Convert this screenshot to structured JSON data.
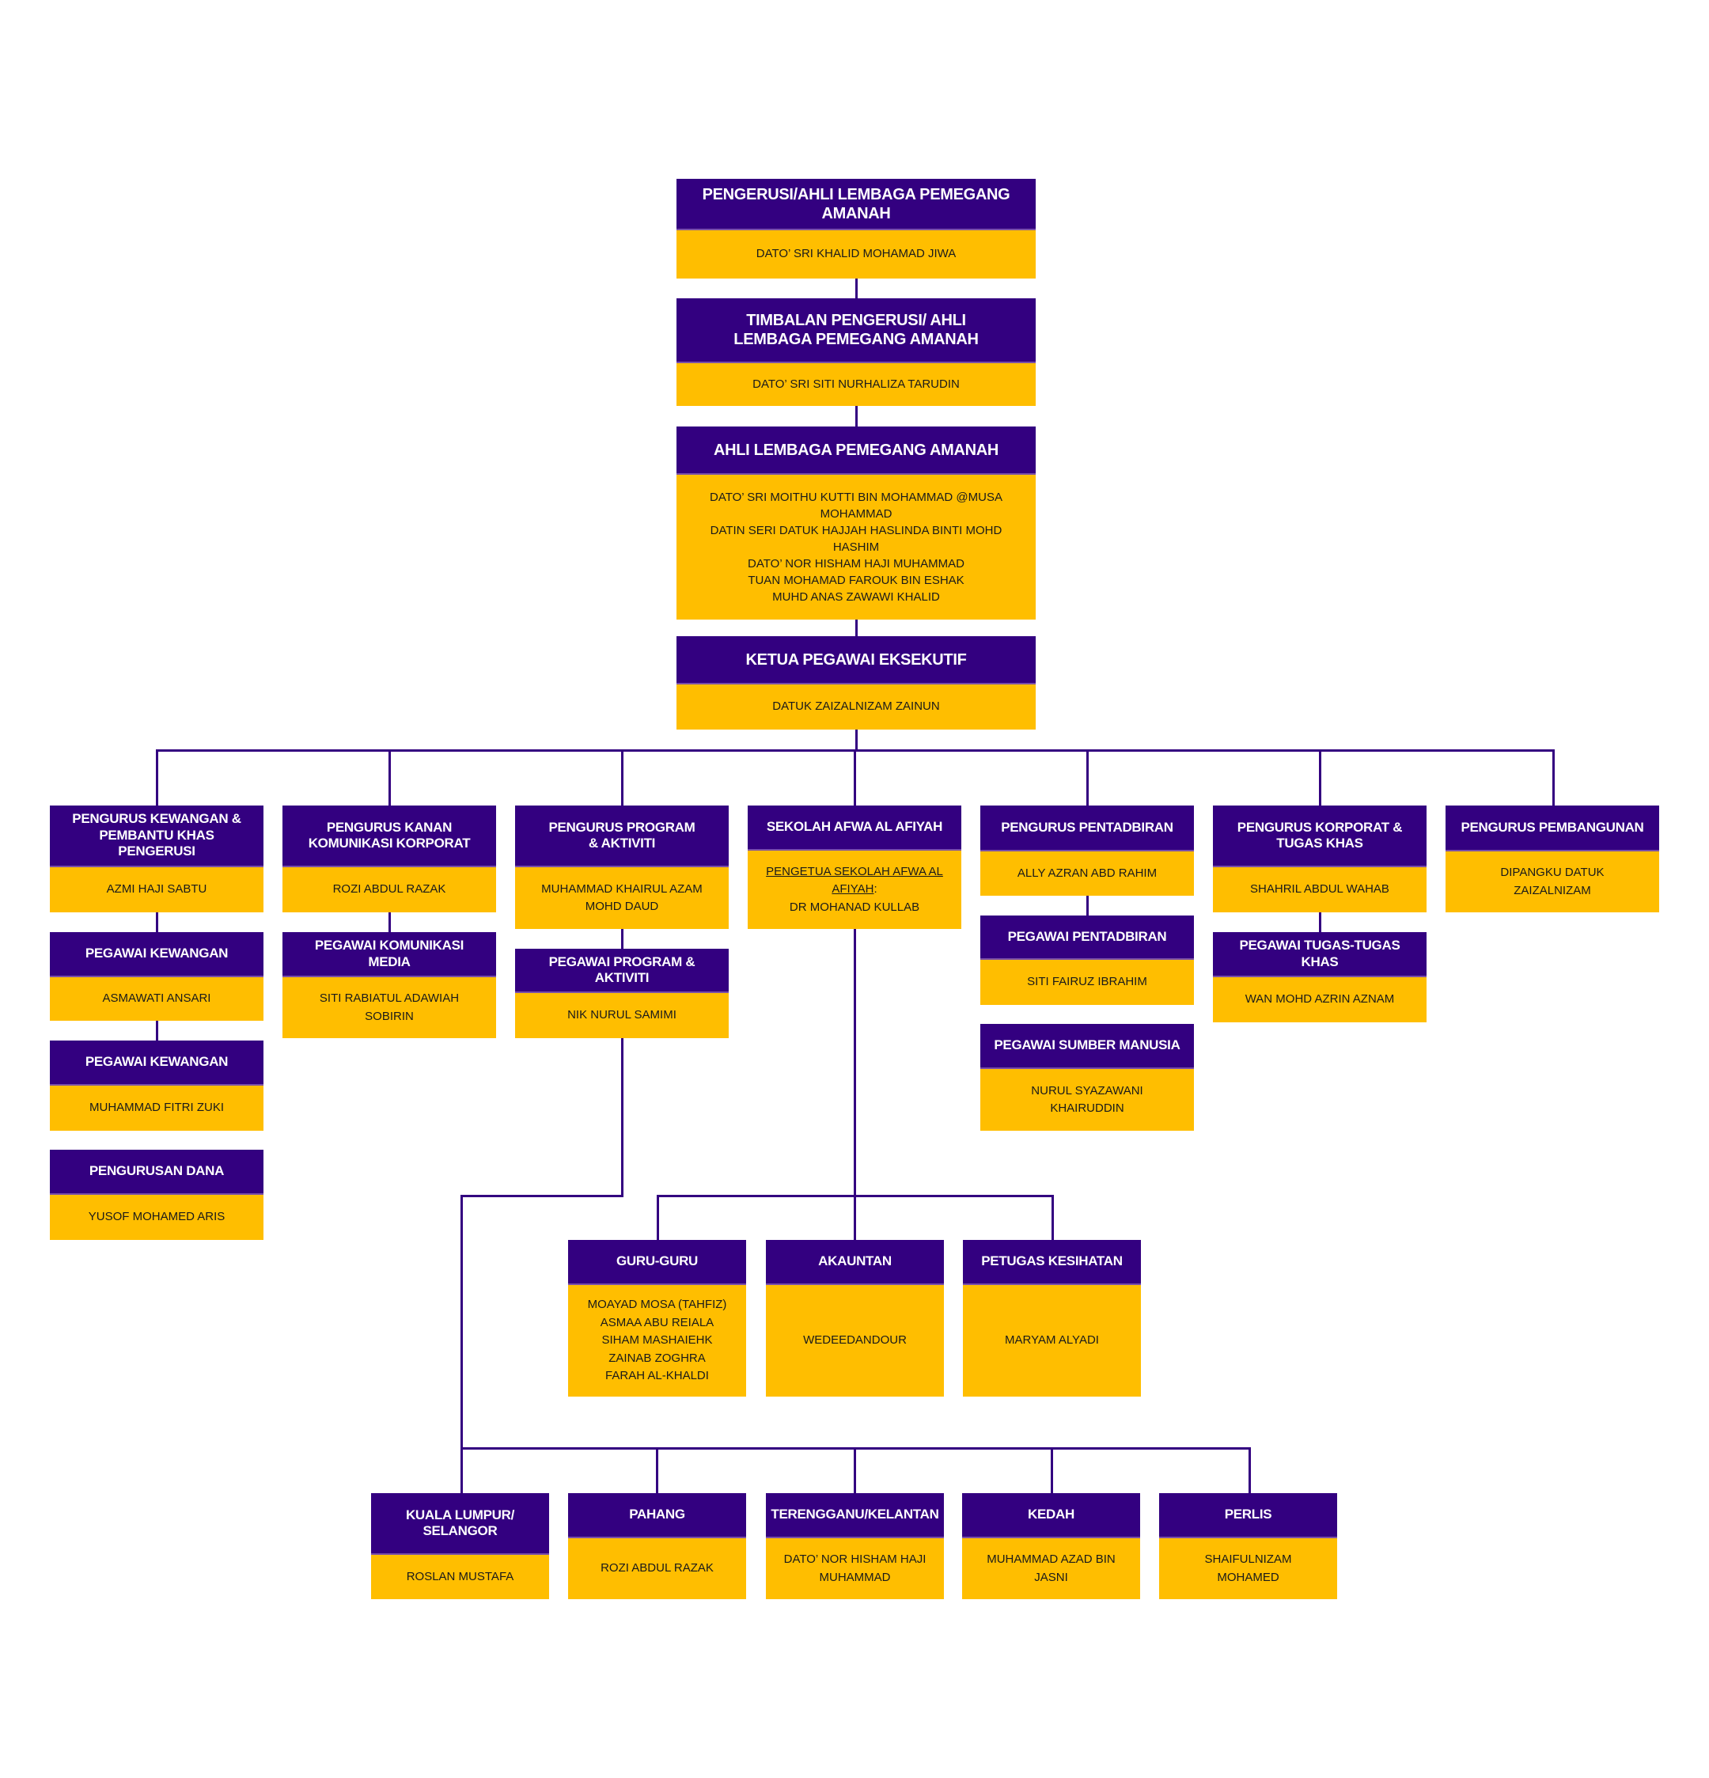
{
  "colors": {
    "header": "#330080",
    "body": "#FFBE00",
    "line": "#330080"
  },
  "top": [
    {
      "title": "PENGERUSI/AHLI LEMBAGA PEMEGANG AMANAH",
      "names": [
        "DATO’ SRI KHALID MOHAMAD JIWA"
      ]
    },
    {
      "title": "TIMBALAN PENGERUSI/ AHLI LEMBAGA PEMEGANG AMANAH",
      "names": [
        "DATO’ SRI SITI NURHALIZA TARUDIN"
      ]
    },
    {
      "title": "AHLI LEMBAGA PEMEGANG AMANAH",
      "names": [
        "DATO’ SRI MOITHU KUTTI BIN MOHAMMAD @MUSA MOHAMMAD",
        "DATIN SERI DATUK HAJJAH HASLINDA BINTI MOHD HASHIM",
        "DATO’ NOR HISHAM HAJI MUHAMMAD",
        "TUAN MOHAMAD FAROUK BIN ESHAK",
        "MUHD ANAS ZAWAWI KHALID"
      ]
    },
    {
      "title": "KETUA PEGAWAI EKSEKUTIF",
      "names": [
        "DATUK ZAIZALNIZAM ZAINUN"
      ]
    }
  ],
  "departments": [
    {
      "title": "PENGURUS KEWANGAN & PEMBANTU KHAS PENGERUSI",
      "names": [
        "AZMI HAJI SABTU"
      ],
      "subs": [
        {
          "title": "PEGAWAI KEWANGAN",
          "names": [
            "ASMAWATI ANSARI"
          ]
        },
        {
          "title": "PEGAWAI KEWANGAN",
          "names": [
            "MUHAMMAD FITRI ZUKI"
          ]
        },
        {
          "title": "PENGURUSAN DANA",
          "names": [
            "YUSOF MOHAMED ARIS"
          ]
        }
      ]
    },
    {
      "title": "PENGURUS KANAN KOMUNIKASI KORPORAT",
      "names": [
        "ROZI ABDUL RAZAK"
      ],
      "subs": [
        {
          "title": "PEGAWAI KOMUNIKASI MEDIA",
          "names": [
            "SITI RABIATUL ADAWIAH SOBIRIN"
          ]
        }
      ]
    },
    {
      "title": "PENGURUS PROGRAM & AKTIVITI",
      "names": [
        "MUHAMMAD KHAIRUL AZAM MOHD DAUD"
      ],
      "subs": [
        {
          "title": "PEGAWAI PROGRAM & AKTIVITI",
          "names": [
            "NIK NURUL SAMIMI"
          ]
        }
      ]
    },
    {
      "title": "SEKOLAH AFWA AL AFIYAH",
      "label": "PENGETUA SEKOLAH AFWA AL AFIYAH",
      "label_suffix": ":",
      "names": [
        "DR MOHANAD KULLAB"
      ],
      "subs": []
    },
    {
      "title": "PENGURUS PENTADBIRAN",
      "names": [
        "ALLY AZRAN ABD RAHIM"
      ],
      "subs": [
        {
          "title": "PEGAWAI PENTADBIRAN",
          "names": [
            "SITI FAIRUZ IBRAHIM"
          ]
        },
        {
          "title": "PEGAWAI SUMBER MANUSIA",
          "names": [
            "NURUL SYAZAWANI KHAIRUDDIN"
          ]
        }
      ]
    },
    {
      "title": "PENGURUS KORPORAT & TUGAS KHAS",
      "names": [
        "SHAHRIL ABDUL WAHAB"
      ],
      "subs": [
        {
          "title": "PEGAWAI TUGAS-TUGAS KHAS",
          "names": [
            "WAN MOHD AZRIN AZNAM"
          ]
        }
      ]
    },
    {
      "title": "PENGURUS PEMBANGUNAN",
      "names": [
        "DIPANGKU DATUK ZAIZALNIZAM"
      ],
      "subs": []
    }
  ],
  "school_staff": [
    {
      "title": "GURU-GURU",
      "names": [
        "MOAYAD MOSA (TAHFIZ)",
        "ASMAA ABU REIALA",
        "SIHAM MASHAIEHK",
        "ZAINAB ZOGHRA",
        "FARAH AL-KHALDI"
      ]
    },
    {
      "title": "AKAUNTAN",
      "names": [
        "WEDEEDANDOUR"
      ]
    },
    {
      "title": "PETUGAS KESIHATAN",
      "names": [
        "MARYAM ALYADI"
      ]
    }
  ],
  "regions": [
    {
      "title": "KUALA LUMPUR/ SELANGOR",
      "names": [
        "ROSLAN MUSTAFA"
      ]
    },
    {
      "title": "PAHANG",
      "names": [
        "ROZI ABDUL RAZAK"
      ]
    },
    {
      "title": "TERENGGANU/KELANTAN",
      "names": [
        "DATO’ NOR HISHAM HAJI MUHAMMAD"
      ]
    },
    {
      "title": "KEDAH",
      "names": [
        "MUHAMMAD AZAD BIN JASNI"
      ]
    },
    {
      "title": "PERLIS",
      "names": [
        "SHAIFULNIZAM MOHAMED"
      ]
    }
  ]
}
